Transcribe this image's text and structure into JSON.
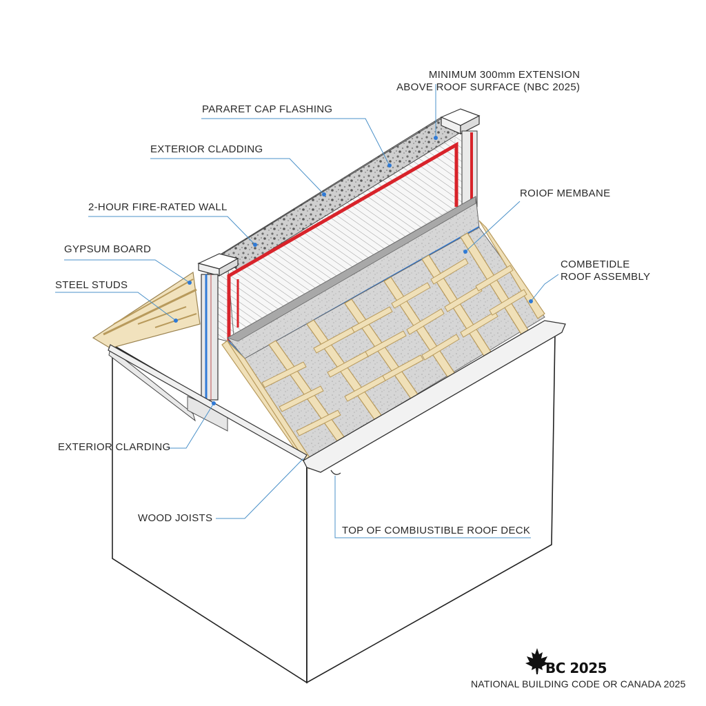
{
  "labels": {
    "min_extension_line1": "MINIMUM 300mm EXTENSION",
    "min_extension_line2": "ABOVE ROOF SURFACE (NBC 2025)",
    "parapet_cap": "PARARET CAP FLASHING",
    "exterior_cladding_top": "EXTERIOR CLADDING",
    "fire_wall": "2-HOUR FIRE-RATED WALL",
    "gypsum": "GYPSUM BOARD",
    "steel_studs": "STEEL STUDS",
    "roof_membrane": "ROIOF MEMBANE",
    "combustible_line1": "COMBETIDLE",
    "combustible_line2": "ROOF ASSEMBLY",
    "exterior_cladding_bottom": "EXTERIOR CLARDING",
    "wood_joists": "WOOD JOISTS",
    "roof_deck": "TOP OF COMBIUSTIBLE ROOF DECK"
  },
  "footer": {
    "code": "BC 2025",
    "text": "NATIONAL BUILDING CODE OR CANADA 2025",
    "logo_icon": "maple-leaf-icon"
  },
  "colors": {
    "fire_line": "#d8232a",
    "blue_line": "#2f7ad6",
    "wood": "#f0e0b8",
    "wood_edge": "#b89a5c",
    "leader": "#4a90c8",
    "membrane": "#c9c9c9"
  }
}
